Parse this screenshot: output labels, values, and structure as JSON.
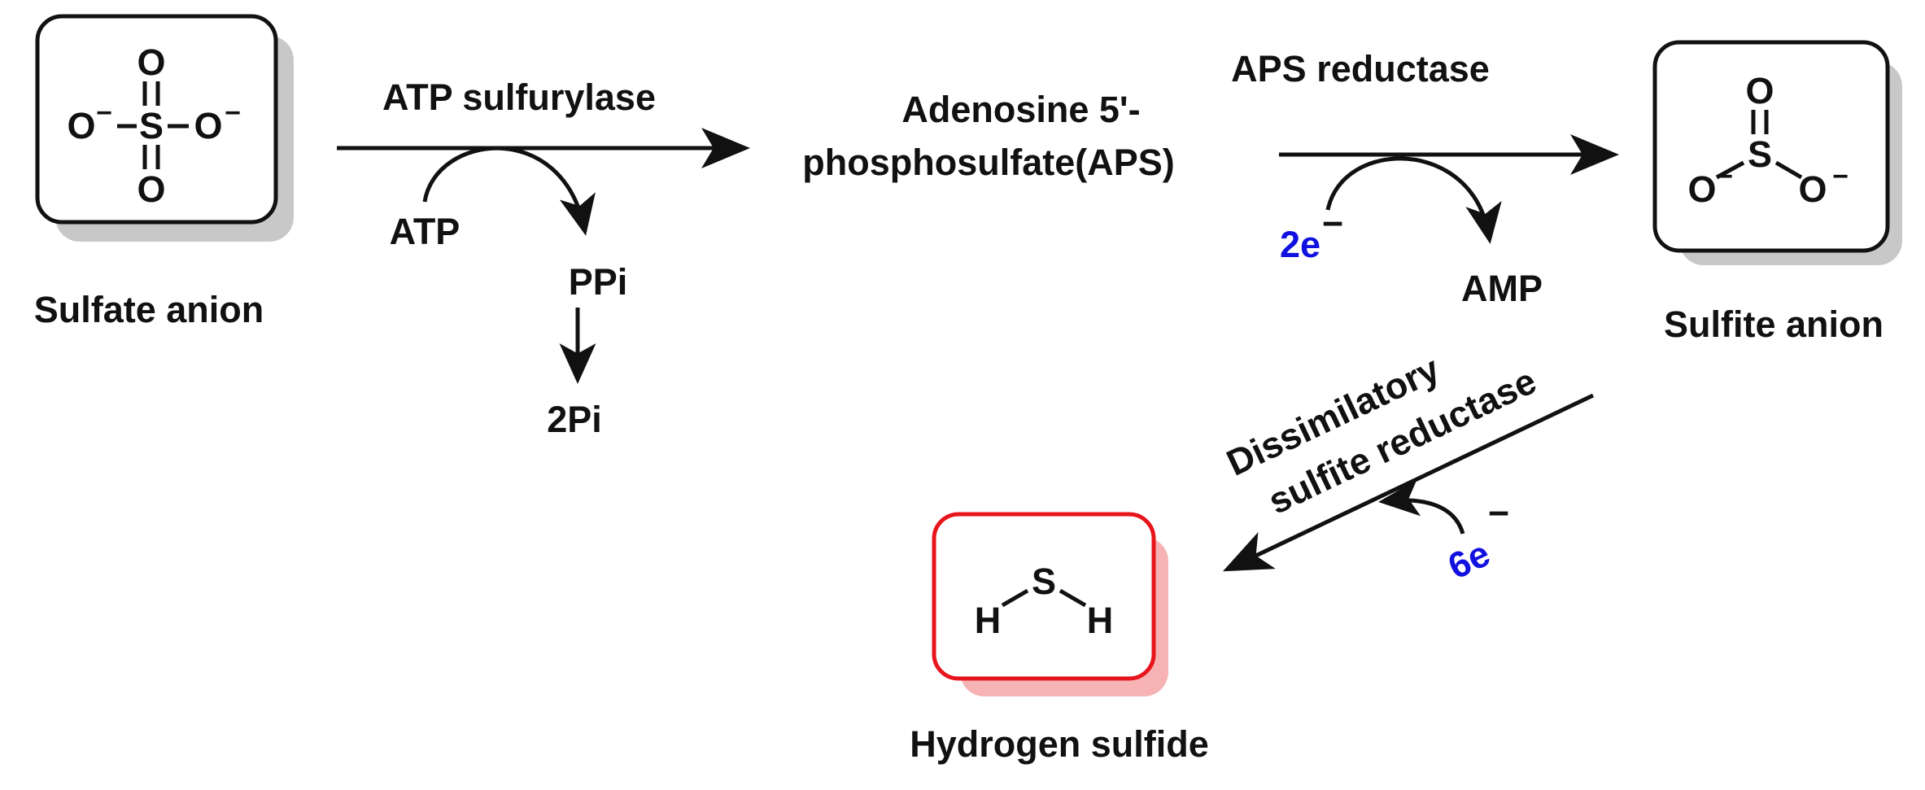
{
  "species": {
    "sulfate": {
      "name": "Sulfate anion",
      "atoms": {
        "s": "S",
        "o_top": "O",
        "o_bottom": "O",
        "o_left": "O",
        "o_right": "O"
      },
      "charge": "−"
    },
    "aps": {
      "line1": "Adenosine 5'-",
      "line2": "phosphosulfate(APS)"
    },
    "sulfite": {
      "name": "Sulfite anion",
      "atoms": {
        "s": "S",
        "o_top": "O",
        "o_left": "O",
        "o_right": "O"
      },
      "charge": "−"
    },
    "h2s": {
      "name": "Hydrogen sulfide",
      "atoms": {
        "s": "S",
        "h_left": "H",
        "h_right": "H"
      }
    }
  },
  "steps": {
    "step1": {
      "enzyme": "ATP sulfurylase",
      "input": "ATP",
      "output": "PPi",
      "product": "2Pi"
    },
    "step2": {
      "enzyme": "APS reductase",
      "electrons": "2e",
      "electron_charge": "−",
      "output": "AMP"
    },
    "step3": {
      "enzyme_line1": "Dissimilatory",
      "enzyme_line2": "sulfite reductase",
      "electrons": "6e",
      "electron_charge": "−"
    }
  },
  "colors": {
    "electron": "#1010e0",
    "h2s_box": "#e8141c",
    "h2s_shadow": "#f7b3b3",
    "box_shadow": "#c8c8c8"
  }
}
